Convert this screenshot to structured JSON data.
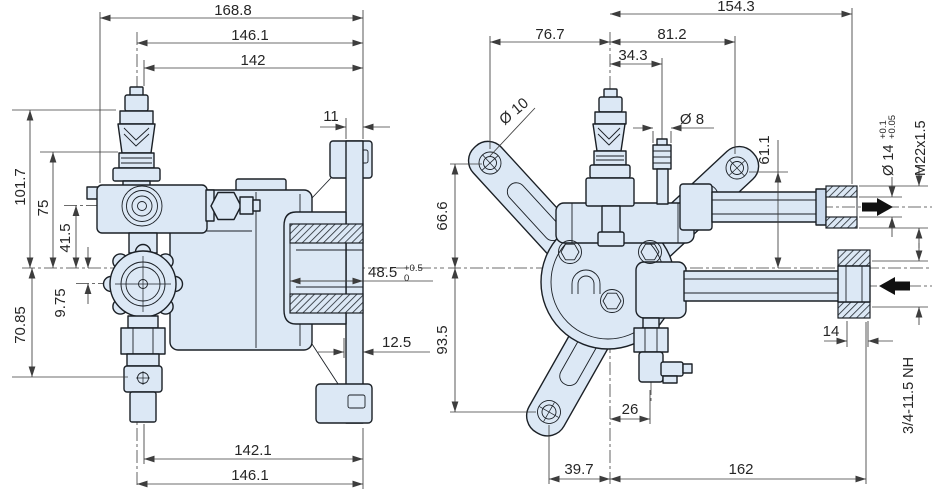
{
  "colors": {
    "background": "#ffffff",
    "part_fill": "#dce8f5",
    "part_fill_shaded": "#c9d9ec",
    "outline": "#1b2026",
    "dimension_line": "#3d3d3d",
    "text": "#262626",
    "flow_arrow": "#111111"
  },
  "side": {
    "dims": {
      "overall_width": "168.8",
      "upper_mount_width": "146.1",
      "body_width": "142",
      "flange_tab_width": "11",
      "valve_axis_height": "101.7",
      "upper_port_height": "75",
      "port_height": "41.5",
      "axis_offset": "9.75",
      "lower_height": "70.85",
      "bore_depth": "48.5",
      "bore_depth_tol_upper": "+0.5",
      "bore_depth_tol_lower": "0",
      "flange_step": "12.5",
      "lower_mount_width": "142.1",
      "lower_overall_width": "146.1"
    }
  },
  "front": {
    "dims": {
      "overall_width": "154.3",
      "left_arm_span": "76.7",
      "right_arm_span": "81.2",
      "barb_offset": "34.3",
      "arm_hole_dia": "Ø 10",
      "barb_dia": "Ø 8",
      "right_hole_height": "61.1",
      "upper_hole_height": "66.6",
      "lower_hole_height": "93.5",
      "outlet_bore_dia": "Ø 14",
      "outlet_bore_tol_upper": "+0.1",
      "outlet_bore_tol_lower": "+0.05",
      "outlet_thread": "M22x1.5",
      "inlet_nut_depth": "14",
      "inlet_thread": "3/4-11.5 NH",
      "detergent_offset": "26",
      "lower_hole_span": "39.7",
      "inlet_span": "162"
    }
  }
}
